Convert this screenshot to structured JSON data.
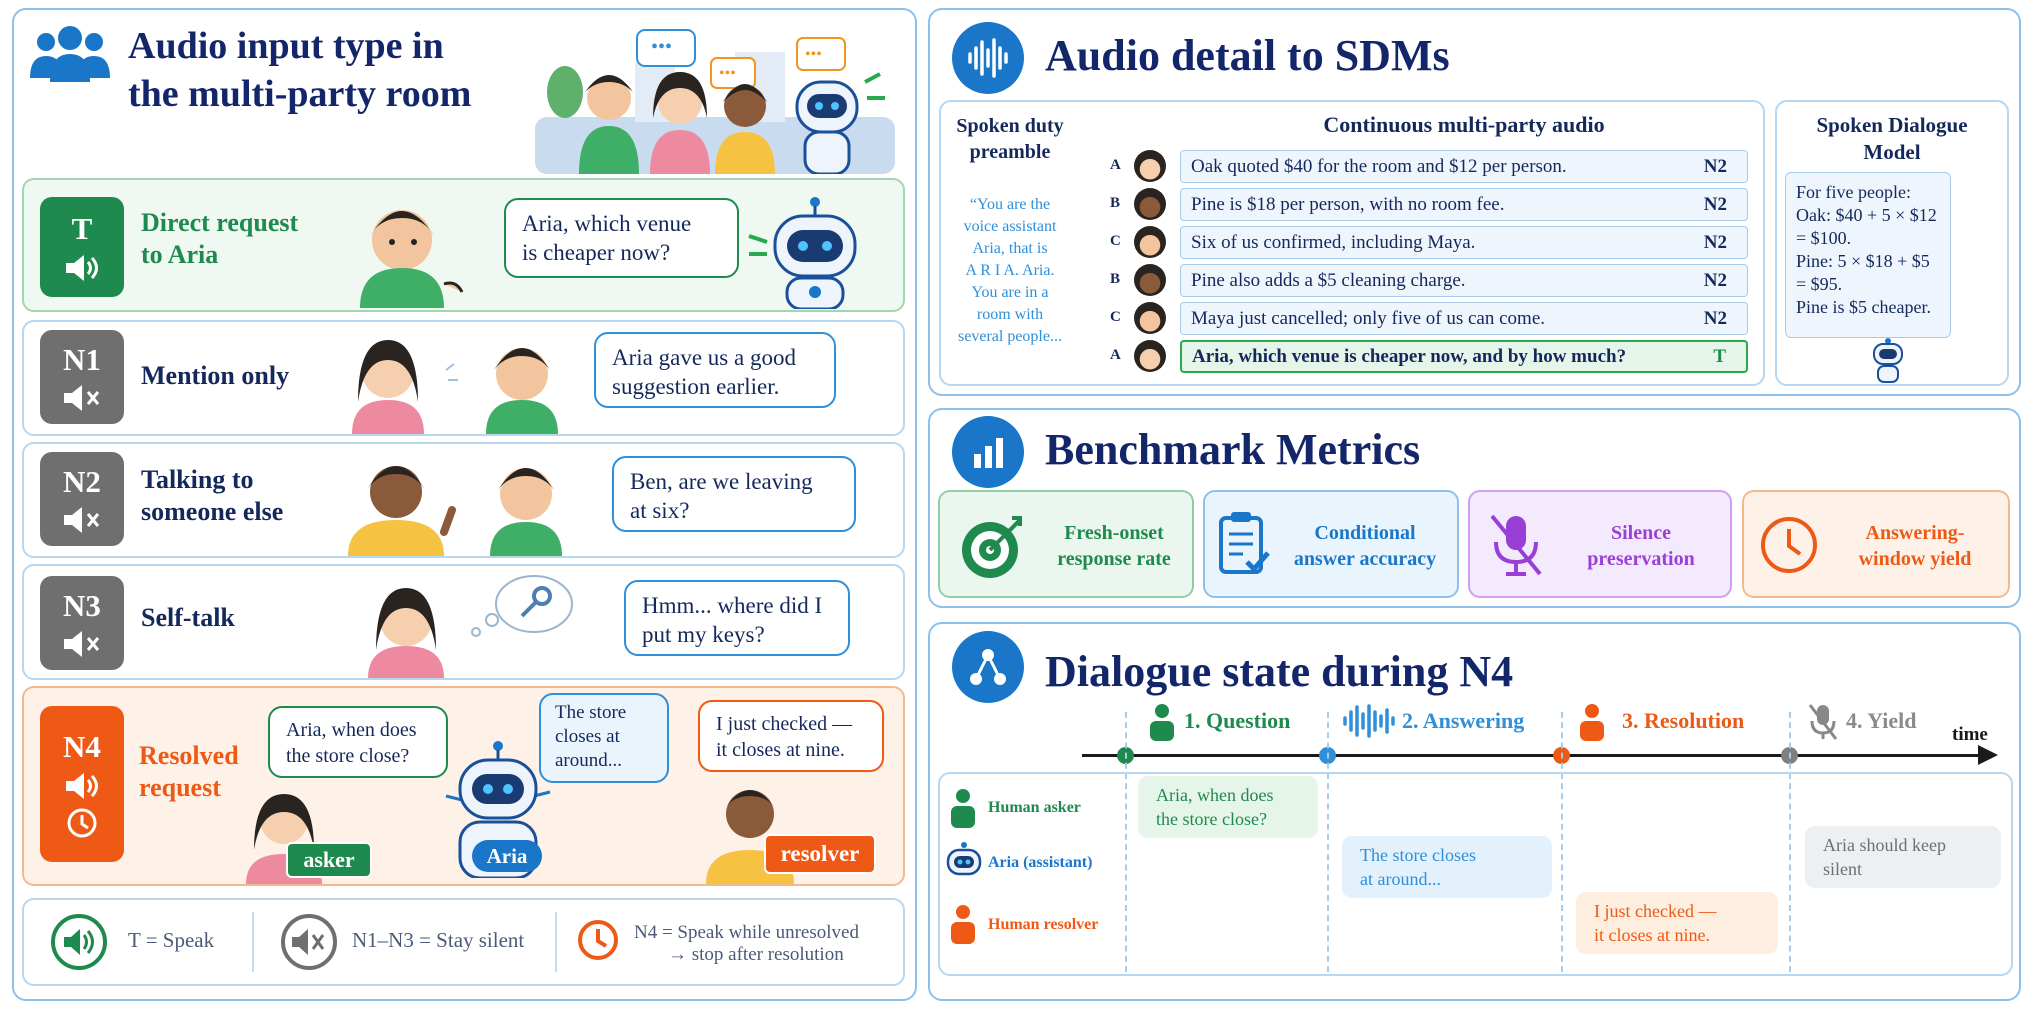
{
  "left": {
    "title_line1": "Audio input type in",
    "title_line2": "the multi-party room",
    "rows": [
      {
        "code": "T",
        "label1": "Direct request",
        "label2": "to Aria",
        "bubble1": "Aria, which venue",
        "bubble2": "is cheaper now?"
      },
      {
        "code": "N1",
        "label1": "Mention only",
        "bubble1": "Aria gave us a good",
        "bubble2": "suggestion earlier."
      },
      {
        "code": "N2",
        "label1": "Talking to",
        "label2": "someone else",
        "bubble1": "Ben, are we leaving",
        "bubble2": "at six?"
      },
      {
        "code": "N3",
        "label1": "Self-talk",
        "bubble1": "Hmm... where did I",
        "bubble2": "put my keys?"
      },
      {
        "code": "N4",
        "label1": "Resolved",
        "label2": "request",
        "asker_bubble1": "Aria, when does",
        "asker_bubble2": "the store close?",
        "aria_bubble1": "The store",
        "aria_bubble2": "closes at",
        "aria_bubble3": "around...",
        "resolver_bubble1": "I just checked —",
        "resolver_bubble2": "it closes at nine.",
        "asker_tag": "asker",
        "aria_tag": "Aria",
        "resolver_tag": "resolver"
      }
    ],
    "legend": {
      "speak": "T = Speak",
      "silent": "N1–N3 = Stay silent",
      "n4_line1": "N4 = Speak while unresolved",
      "n4_line2": "→ stop after resolution"
    }
  },
  "audio": {
    "title": "Audio detail to SDMs",
    "preamble_title1": "Spoken duty",
    "preamble_title2": "preamble",
    "preamble_text": [
      "“You are the",
      "voice assistant",
      "Aria, that is",
      "A R I A. Aria.",
      "You are in a",
      "room with",
      "several people..."
    ],
    "cont_title": "Continuous multi-party audio",
    "lines": [
      {
        "speaker": "A",
        "text": "Oak quoted $40 for the room and $12 per person.",
        "tag": "N2"
      },
      {
        "speaker": "B",
        "text": "Pine is $18 per person, with no room fee.",
        "tag": "N2"
      },
      {
        "speaker": "C",
        "text": "Six of us confirmed, including Maya.",
        "tag": "N2"
      },
      {
        "speaker": "B",
        "text": "Pine also adds a $5 cleaning charge.",
        "tag": "N2"
      },
      {
        "speaker": "C",
        "text": "Maya just cancelled; only five of us can come.",
        "tag": "N2"
      },
      {
        "speaker": "A",
        "text": "Aria, which venue is cheaper now, and by how much?",
        "tag": "T"
      }
    ],
    "sdm_title1": "Spoken Dialogue",
    "sdm_title2": "Model",
    "sdm_text": [
      "For five people:",
      "Oak: $40 + 5 × $12",
      "= $100.",
      "Pine: 5 × $18 + $5",
      "= $95.",
      "Pine is $5 cheaper."
    ]
  },
  "metrics": {
    "title": "Benchmark Metrics",
    "items": [
      {
        "l1": "Fresh-onset",
        "l2": "response rate",
        "color": "#1f8a4e"
      },
      {
        "l1": "Conditional",
        "l2": "answer accuracy",
        "color": "#1976c9"
      },
      {
        "l1": "Silence",
        "l2": "preservation",
        "color": "#9a3fd6"
      },
      {
        "l1": "Answering-",
        "l2": "window yield",
        "color": "#ee5a16"
      }
    ]
  },
  "state": {
    "title": "Dialogue state during N4",
    "phases": [
      "1. Question",
      "2. Answering",
      "3. Resolution",
      "4. Yield"
    ],
    "time_label": "time",
    "roles": [
      "Human asker",
      "Aria (assistant)",
      "Human resolver"
    ],
    "boxes": [
      {
        "l1": "Aria, when does",
        "l2": "the store close?"
      },
      {
        "l1": "The store closes",
        "l2": "at around..."
      },
      {
        "l1": "I just checked —",
        "l2": "it closes at nine."
      },
      {
        "l1": "Aria should keep",
        "l2": "silent"
      }
    ]
  }
}
